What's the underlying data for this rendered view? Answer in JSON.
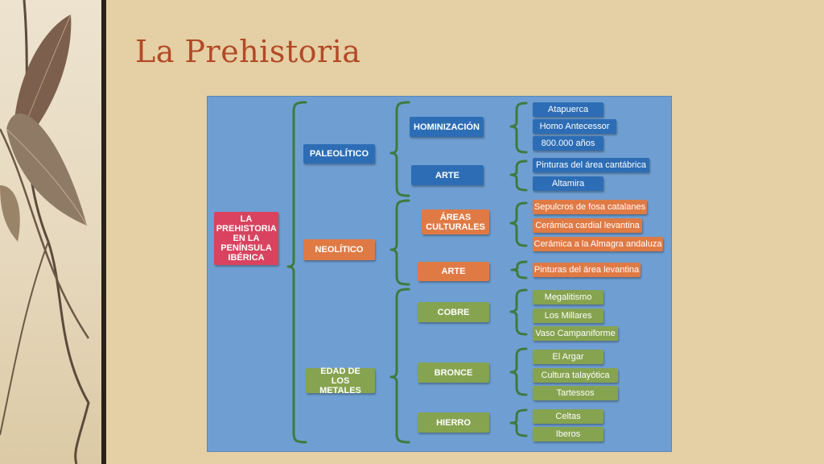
{
  "slide": {
    "title": "La Prehistoria"
  },
  "diagram": {
    "root": "LA PREHISTORIA EN LA PENÍNSULA IBÉRICA",
    "periods": [
      {
        "label": "PALEOLÍTICO",
        "color": "#2d6db5"
      },
      {
        "label": "NEOLÍTICO",
        "color": "#e07a45"
      },
      {
        "label": "EDAD DE LOS METALES",
        "color": "#86a34f"
      }
    ],
    "topics": [
      {
        "label": "HOMINIZACIÓN",
        "items": [
          "Atapuerca",
          "Homo Antecessor",
          "800.000 años"
        ]
      },
      {
        "label": "ARTE",
        "items": [
          "Pinturas del área cantábrica",
          "Altamira"
        ]
      },
      {
        "label": "ÁREAS CULTURALES",
        "items": [
          "Sepulcros de fosa catalanes",
          "Cerámica cardial levantina",
          "Cerámica a la Almagra andaluza"
        ]
      },
      {
        "label": "ARTE",
        "items": [
          "Pinturas del área levantina"
        ]
      },
      {
        "label": "COBRE",
        "items": [
          "Megalitismo",
          "Los Millares",
          "Vaso Campaniforme"
        ]
      },
      {
        "label": "BRONCE",
        "items": [
          "El Argar",
          "Cultura talayótica",
          "Tartessos"
        ]
      },
      {
        "label": "HIERRO",
        "items": [
          "Celtas",
          "Iberos"
        ]
      }
    ],
    "colors": {
      "background": "#6f9fd2",
      "root": "#d9435f",
      "brace": "#3f7a3f"
    }
  }
}
